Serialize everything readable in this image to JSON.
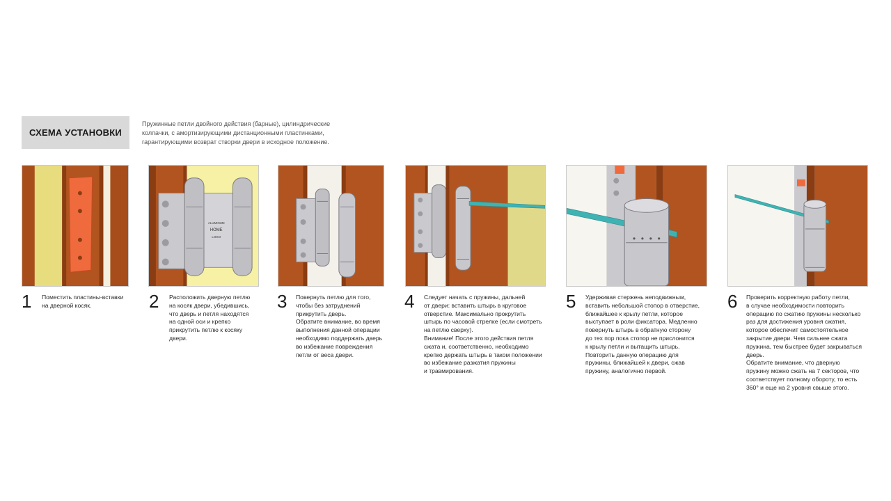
{
  "header": {
    "title": "СХЕМА УСТАНОВКИ",
    "intro_lines": [
      "Пружинные петли двойного действия (барные), цилиндрические",
      "колпачки, с амортизирующими дистанционными пластинками,",
      "гарантирующими возврат створки двери в исходное положение."
    ]
  },
  "steps": [
    {
      "number": "1",
      "lines": [
        "Поместить пластины-вставки",
        "на дверной косяк."
      ]
    },
    {
      "number": "2",
      "lines": [
        "Расположить дверную петлю",
        "на косяк двери, убедившись,",
        "что дверь и петля находятся",
        "на одной оси и крепко",
        "прикрутить петлю к косяку",
        "двери."
      ],
      "hinge_label_lines": [
        "ALUMINUM",
        "HOME",
        "LOGO"
      ]
    },
    {
      "number": "3",
      "lines": [
        "Повернуть петлю для того,",
        "чтобы без затруднений",
        "прикрутить дверь.",
        "Обратите внимание, во время",
        "выполнения данной операции",
        "необходимо поддержать дверь",
        "во избежание повреждения",
        "петли от веса двери."
      ]
    },
    {
      "number": "4",
      "lines": [
        "Следует начать с пружины, дальней",
        "от двери: вставить штырь в круговое",
        "отверстие. Максимально прокрутить",
        "штырь по часовой стрелке (если смотреть",
        "на петлю сверху).",
        "Внимание! После этого действия петля",
        "сжата и, соответственно, необходимо",
        "крепко держать штырь в таком положении",
        "во избежание разжатия пружины",
        "и травмирования."
      ]
    },
    {
      "number": "5",
      "lines": [
        "Удерживая стержень неподвижным,",
        "вставить небольшой стопор в отверстие,",
        "ближайшее к крылу петли, которое",
        "выступает в роли фиксатора. Медленно",
        "повернуть штырь в обратную сторону",
        "до тех пор пока стопор не прислонится",
        "к крылу петли и вытащить штырь.",
        "Повторить данную операцию для",
        "пружины, ближайшей к двери, сжав",
        "пружину, аналогично первой."
      ]
    },
    {
      "number": "6",
      "lines": [
        "Проверить корректную работу петли,",
        "в случае необходимости повторить",
        "операцию по сжатию пружины несколько",
        "раз для достижения уровня сжатия,",
        "которое обеспечит самостоятельное",
        "закрытие двери. Чем сильнее сжата",
        "пружина, тем быстрее будет закрываться",
        "дверь.",
        "Обратите внимание, что дверную",
        "пружину можно  сжать на 7 секторов, что",
        "соответствует полному обороту, то есть",
        "360° и еще на 2 уровня свыше этого."
      ]
    }
  ],
  "colors": {
    "wood": "#b2541f",
    "wood_dark": "#8a3c12",
    "wall": "#e7dc7e",
    "pale_wall": "#f6f1a4",
    "plate": "#ef6a3c",
    "metal": "#c9c9ce",
    "metal_dark": "#8d8d93",
    "rod": "#3fb3b3",
    "title_box": "#d9d9d9"
  }
}
